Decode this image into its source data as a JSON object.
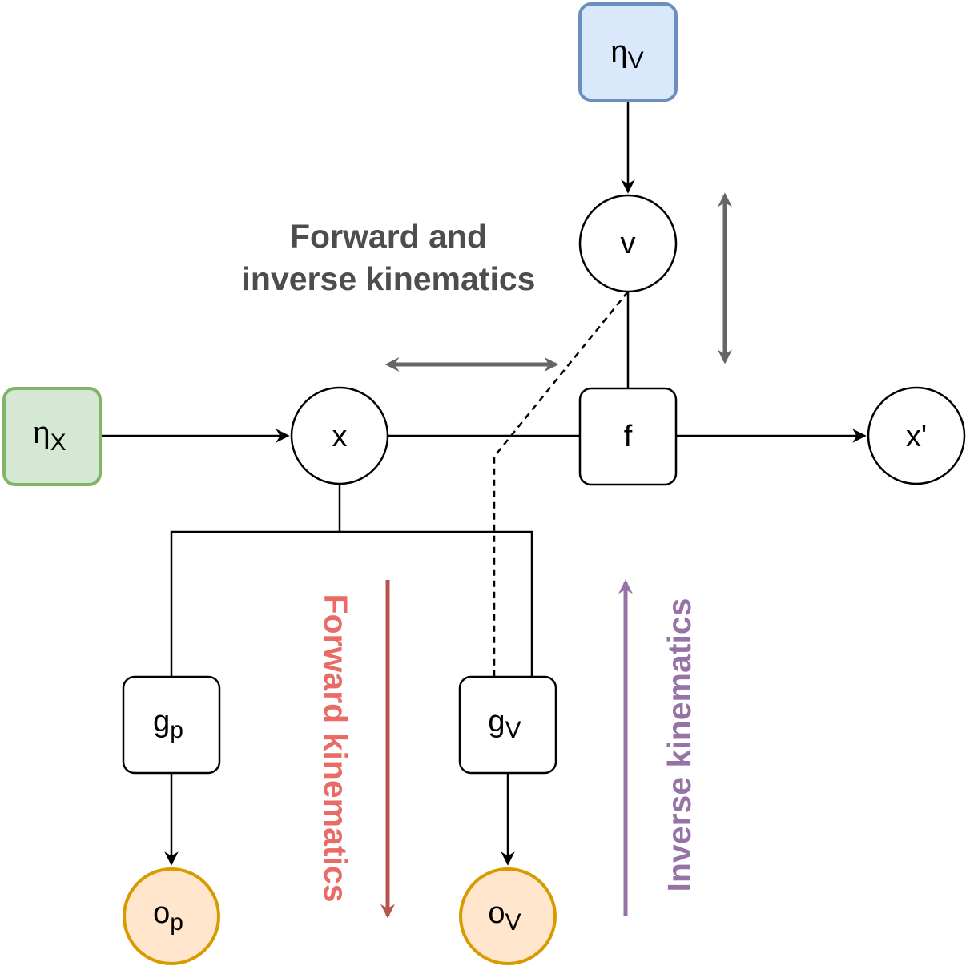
{
  "nodes": {
    "eta_v": {
      "base": "η",
      "sub": "V"
    },
    "v": {
      "base": "v"
    },
    "eta_x": {
      "base": "η",
      "sub": "X"
    },
    "x": {
      "base": "x"
    },
    "f": {
      "base": "f"
    },
    "x_prime": {
      "base": "x'"
    },
    "g_p": {
      "base": "g",
      "sub": "p"
    },
    "g_v": {
      "base": "g",
      "sub": "V"
    },
    "o_p": {
      "base": "o",
      "sub": "p"
    },
    "o_v": {
      "base": "o",
      "sub": "V"
    }
  },
  "annotations": {
    "fik_line1": "Forward and",
    "fik_line2": "inverse kinematics",
    "forward": "Forward kinematics",
    "inverse": "Inverse kinematics"
  },
  "colors": {
    "obs_fill": "#ffe6cc",
    "obs_stroke": "#d79b00",
    "noise_v_fill": "#dae8fc",
    "noise_v_stroke": "#6c8ebf",
    "noise_x_fill": "#d5e8d4",
    "noise_x_stroke": "#82b366",
    "gray_arrow": "#666666",
    "forward_text": "#ea6b66",
    "forward_arrow": "#b85450",
    "inverse": "#9673a6"
  }
}
